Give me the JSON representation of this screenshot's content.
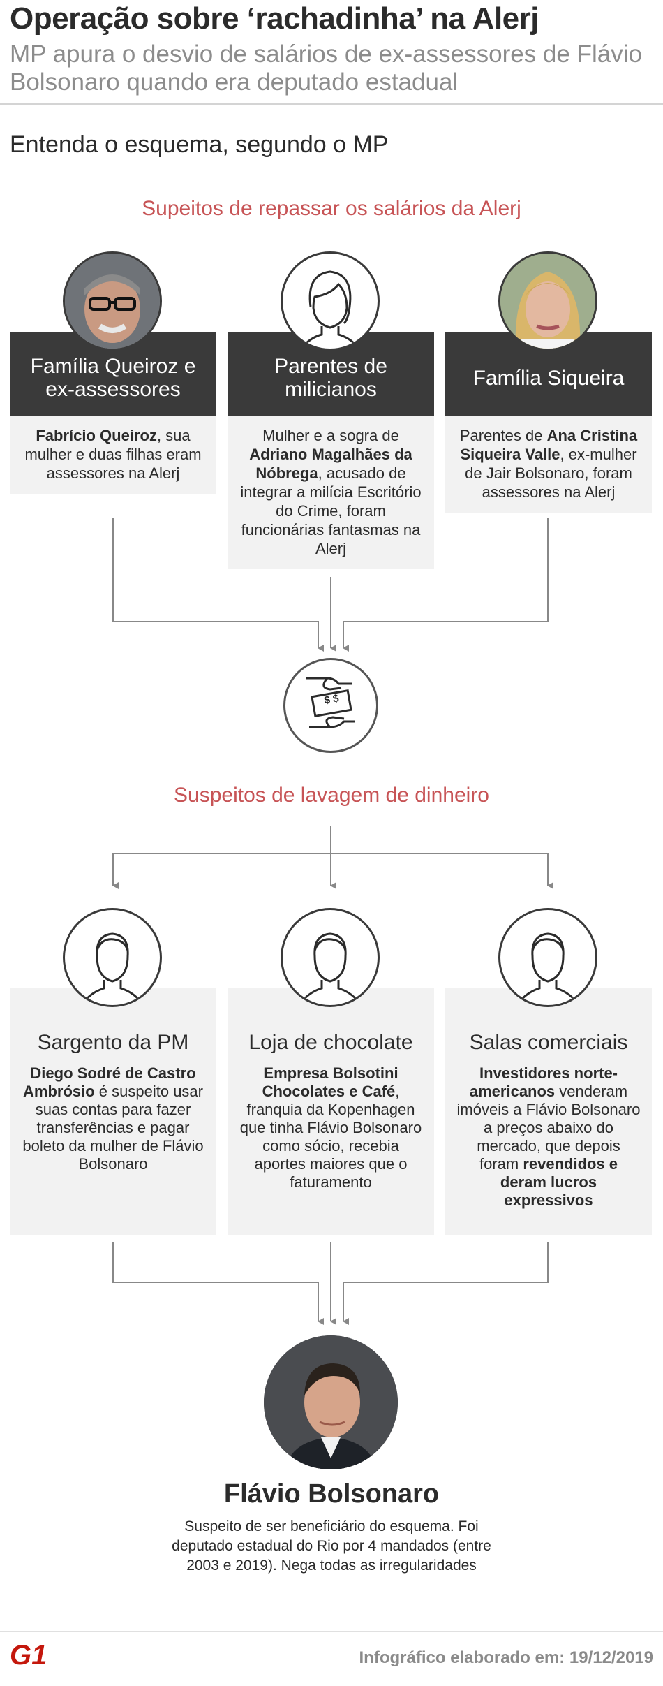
{
  "header": {
    "title": "Operação sobre ‘rachadinha’ na Alerj",
    "subtitle": "MP apura o desvio de salários de ex-assessores de Flávio Bolsonaro quando era deputado estadual"
  },
  "intro": "Entenda o esquema, segundo o MP",
  "section1": {
    "title": "Supeitos de repassar os salários da Alerj",
    "cards": [
      {
        "title": "Família Queiroz e ex-assessores",
        "body": [
          {
            "b": "Fabrício Queiroz"
          },
          {
            "t": ", sua mulher e duas filhas eram assessores na Alerj"
          }
        ]
      },
      {
        "title": "Parentes de milicianos",
        "body": [
          {
            "t": "Mulher e a sogra de "
          },
          {
            "b": "Adriano Magalhães da Nóbrega"
          },
          {
            "t": ", acusado de integrar a milícia Escritório do Crime, foram funcionárias fantasmas na Alerj"
          }
        ]
      },
      {
        "title": "Família Siqueira",
        "body": [
          {
            "t": "Parentes de "
          },
          {
            "b": "Ana Cristina Siqueira Valle"
          },
          {
            "t": ", ex-mulher de Jair Bolsonaro, foram assessores na Alerj"
          }
        ]
      }
    ]
  },
  "money_icon_symbols": "$ $",
  "section2": {
    "title": "Suspeitos de lavagem de dinheiro",
    "cards": [
      {
        "title": "Sargento da PM",
        "body": [
          {
            "b": "Diego Sodré de Castro Ambrósio"
          },
          {
            "t": " é suspeito usar suas contas para fazer transferências e pagar boleto da mulher de Flávio Bolsonaro"
          }
        ]
      },
      {
        "title": "Loja de chocolate",
        "body": [
          {
            "b": "Empresa Bolsotini Chocolates e Café"
          },
          {
            "t": ", franquia da Kopenhagen que tinha Flávio Bolsonaro como sócio, recebia aportes maiores que o faturamento"
          }
        ]
      },
      {
        "title": "Salas comerciais",
        "body": [
          {
            "b": "Investidores norte-americanos"
          },
          {
            "t": " venderam imóveis a Flávio Bolsonaro a preços abaixo do mercado, que depois foram "
          },
          {
            "b": "revendidos e deram lucros expressivos"
          }
        ]
      }
    ]
  },
  "target": {
    "name": "Flávio Bolsonaro",
    "description": "Suspeito de ser beneficiário do esquema. Foi deputado estadual do Rio por 4 mandados (entre 2003 e 2019). Nega todas as irregularidades"
  },
  "footer": {
    "logo": "G1",
    "credit": "Infográfico elaborado em: 19/12/2019"
  },
  "colors": {
    "accent_red": "#c75456",
    "dark_header": "#3a3a3a",
    "card_bg": "#f2f2f2",
    "subtitle_gray": "#8c8c8c",
    "brand_red": "#c4170c"
  }
}
